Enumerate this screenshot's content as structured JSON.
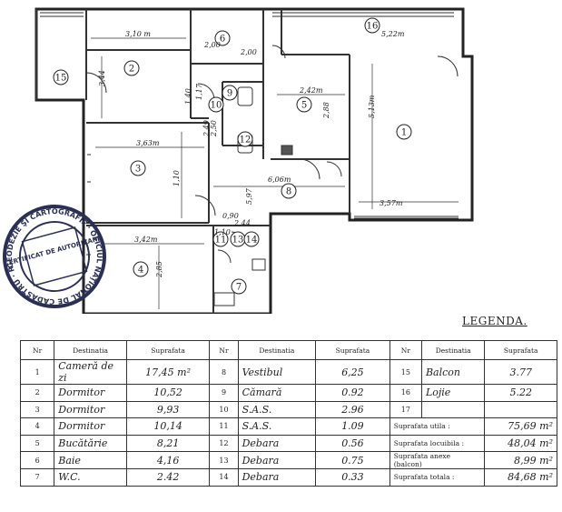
{
  "plan": {
    "dimensions": [
      "3,10 m",
      "2,00",
      "5,22m",
      "2,42m",
      "5,13m",
      "3,63m",
      "3,57m",
      "6,06m",
      "3,42m",
      "2,85",
      "3,44",
      "2,50",
      "2,88",
      "2,49",
      "1,10",
      "2,44",
      "2,00",
      "1,40",
      "1,17",
      "5,97",
      "1,10",
      "0,90"
    ],
    "room_numbers": [
      "1",
      "2",
      "3",
      "4",
      "5",
      "6",
      "7",
      "8",
      "9",
      "10",
      "11",
      "12",
      "13",
      "14",
      "15",
      "16"
    ],
    "stamp_text": "GEODEZIE ŞI CARTOGRAFIE · OFICIUL NAŢIONAL DE CADASTRU · ROMÂNIA",
    "stamp_center": "CERTIFICAT DE AUTORIZARE"
  },
  "legend": {
    "title": "LEGENDA.",
    "headers": [
      "Nr",
      "Destinatia",
      "Suprafata",
      "Nr",
      "Destinatia",
      "Suprafata",
      "Nr",
      "Destinatia",
      "Suprafata"
    ],
    "rows": [
      {
        "n1": "1",
        "d1": "Cameră de zi",
        "s1": "17,45 m²",
        "n2": "8",
        "d2": "Vestibul",
        "s2": "6,25",
        "n3": "15",
        "d3": "Balcon",
        "s3": "3.77"
      },
      {
        "n1": "2",
        "d1": "Dormitor",
        "s1": "10,52",
        "n2": "9",
        "d2": "Cămară",
        "s2": "0.92",
        "n3": "16",
        "d3": "Lojie",
        "s3": "5.22"
      },
      {
        "n1": "3",
        "d1": "Dormitor",
        "s1": "9,93",
        "n2": "10",
        "d2": "S.A.S.",
        "s2": "2.96",
        "n3": "17",
        "d3": "",
        "s3": ""
      },
      {
        "n1": "4",
        "d1": "Dormitor",
        "s1": "10,14",
        "n2": "11",
        "d2": "S.A.S.",
        "s2": "1.09",
        "sum_label": "Suprafata utila :",
        "sum_val": "75,69 m²"
      },
      {
        "n1": "5",
        "d1": "Bucătărie",
        "s1": "8,21",
        "n2": "12",
        "d2": "Debara",
        "s2": "0.56",
        "sum_label": "Suprafata locuibila :",
        "sum_val": "48,04 m²"
      },
      {
        "n1": "6",
        "d1": "Baie",
        "s1": "4,16",
        "n2": "13",
        "d2": "Debara",
        "s2": "0.75",
        "sum_label": "Suprafata anexe (balcon)",
        "sum_val": "8,99 m²"
      },
      {
        "n1": "7",
        "d1": "W.C.",
        "s1": "2.42",
        "n2": "14",
        "d2": "Debara",
        "s2": "0.33",
        "sum_label": "Suprafata totala :",
        "sum_val": "84,68 m²"
      }
    ]
  }
}
